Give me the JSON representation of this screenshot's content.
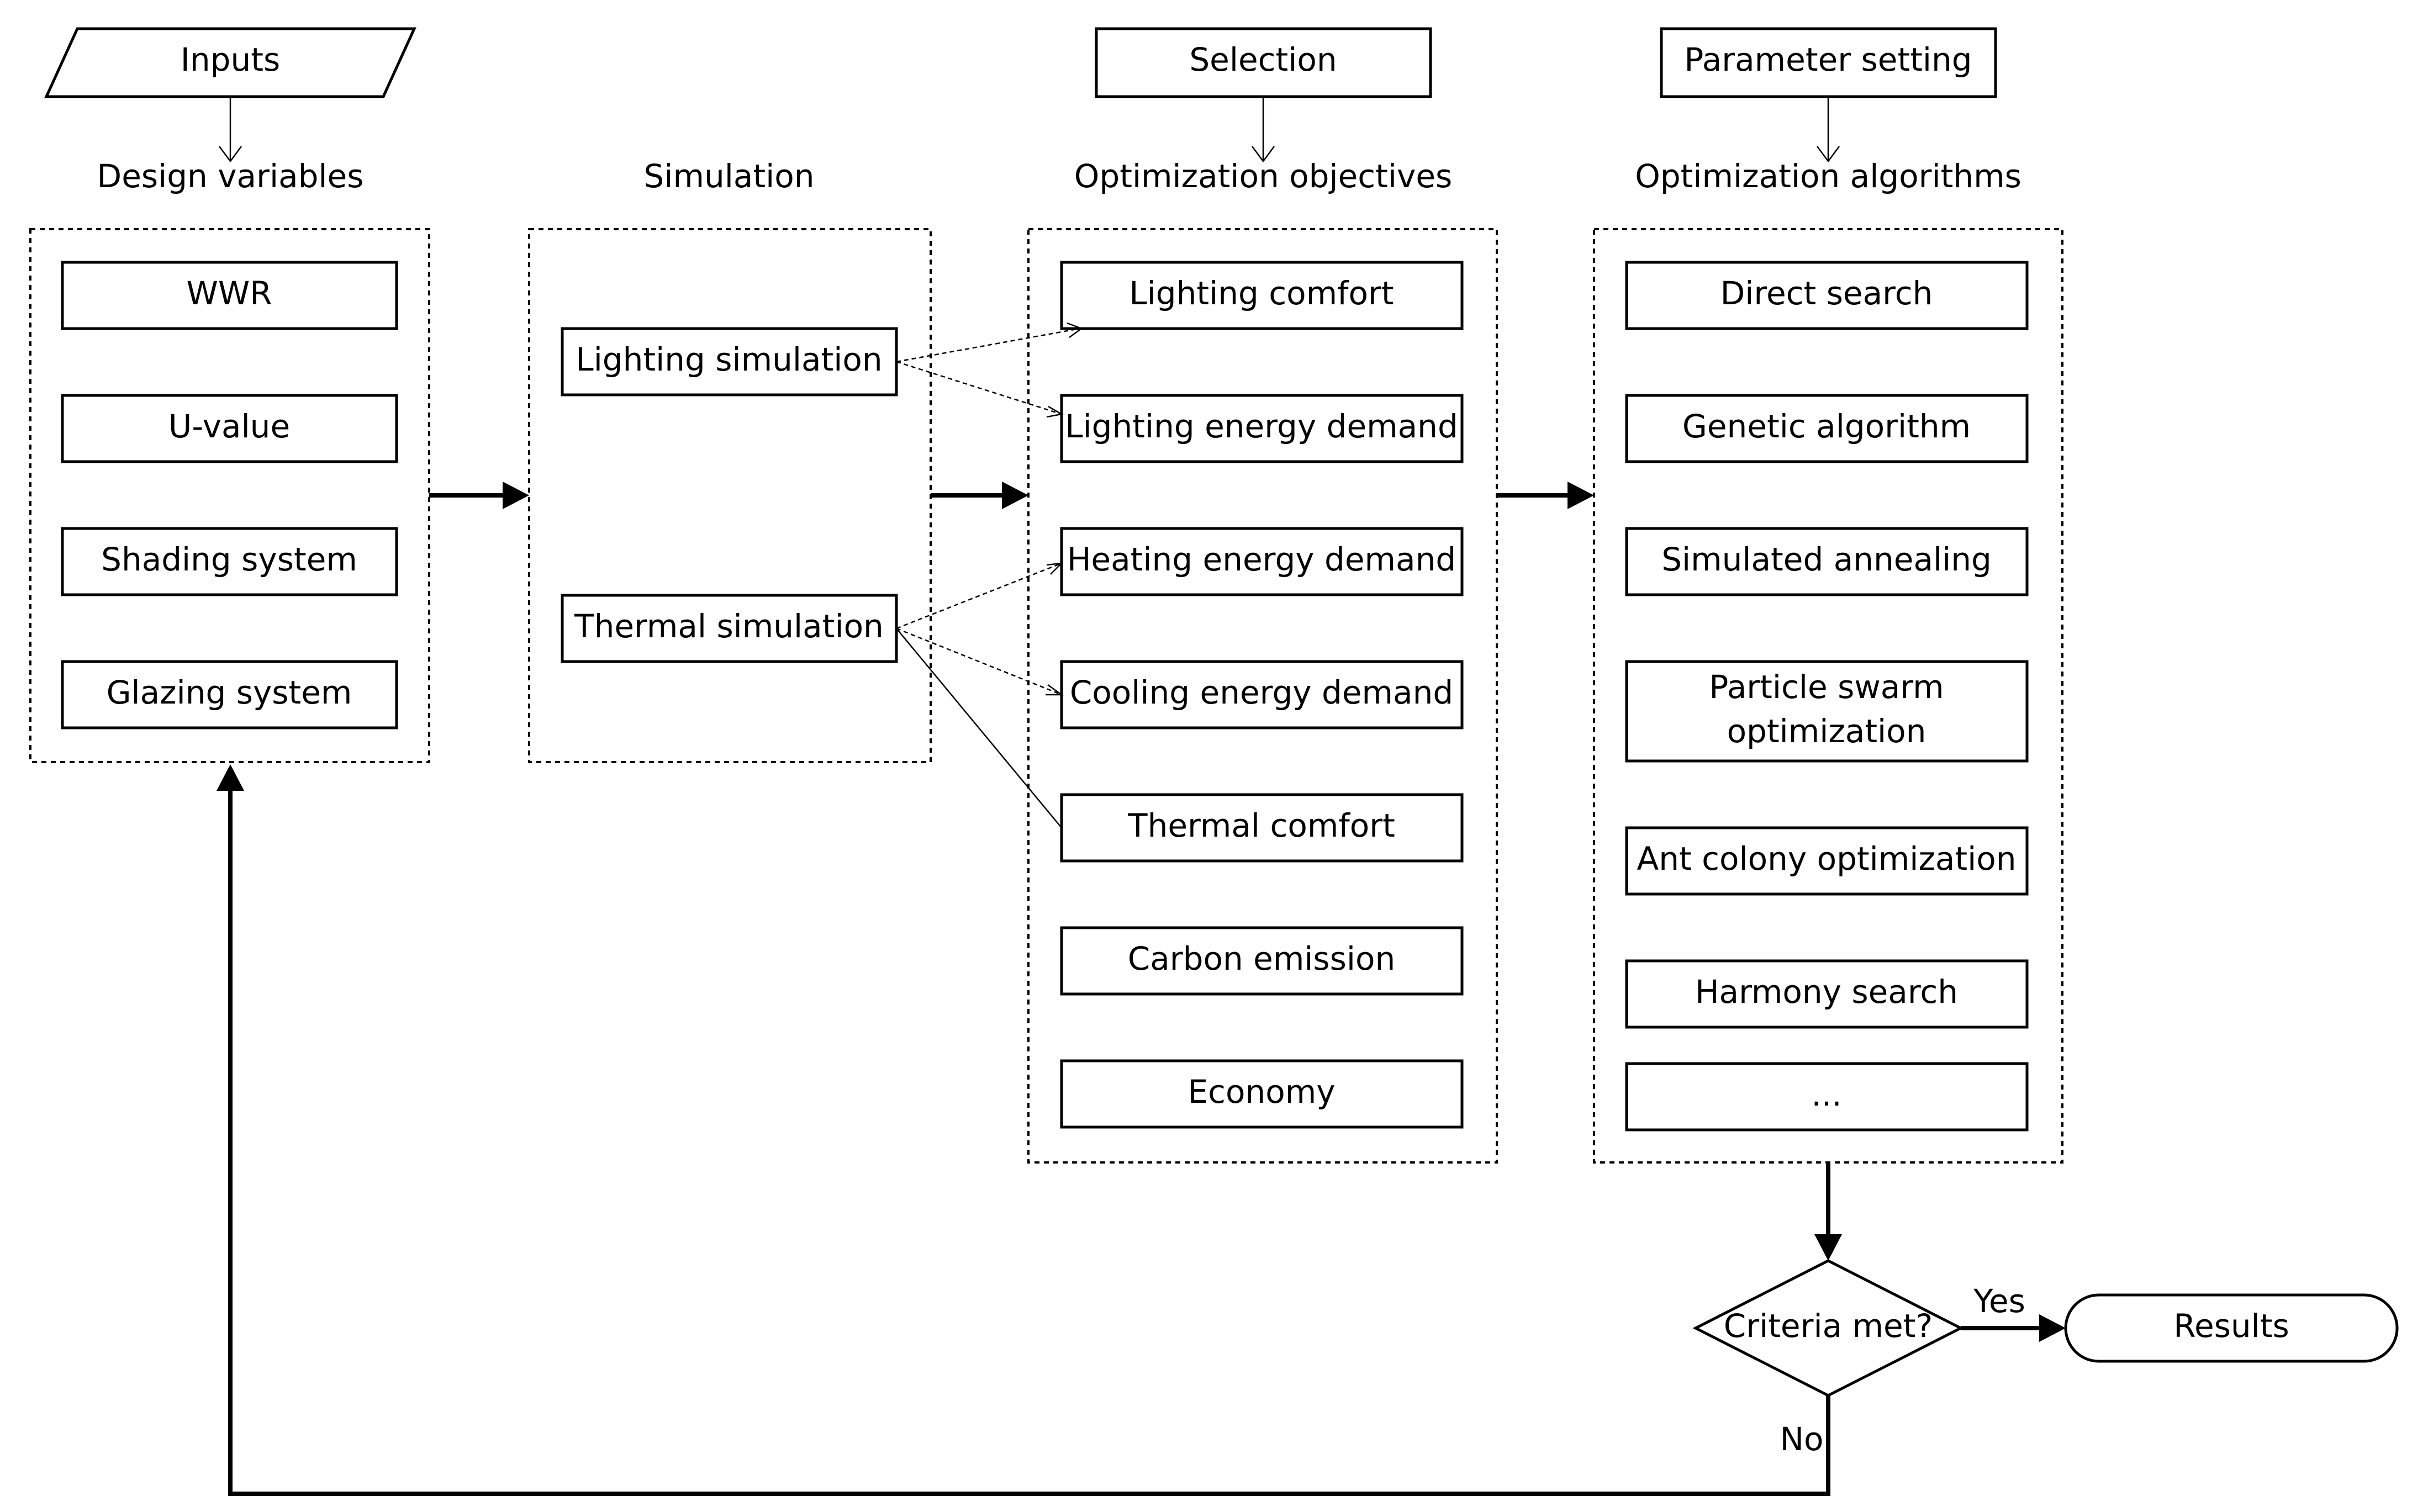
{
  "top": {
    "inputs": "Inputs",
    "selection": "Selection",
    "parameter_setting": "Parameter setting"
  },
  "headers": {
    "design_variables": "Design variables",
    "simulation": "Simulation",
    "optimization_objectives": "Optimization objectives",
    "optimization_algorithms": "Optimization algorithms"
  },
  "design_variables": [
    "WWR",
    "U-value",
    "Shading system",
    "Glazing system"
  ],
  "simulation": {
    "lighting": "Lighting simulation",
    "thermal": "Thermal simulation"
  },
  "objectives": [
    "Lighting comfort",
    "Lighting energy demand",
    "Heating energy demand",
    "Cooling energy demand",
    "Thermal comfort",
    "Carbon emission",
    "Economy"
  ],
  "algorithms": {
    "direct_search": "Direct search",
    "genetic_algorithm": "Genetic algorithm",
    "simulated_annealing": "Simulated annealing",
    "pso_line1": "Particle swarm",
    "pso_line2": "optimization",
    "ant_colony": "Ant colony optimization",
    "harmony_search": "Harmony search",
    "more": "..."
  },
  "decision": {
    "question": "Criteria met?",
    "yes": "Yes",
    "no": "No"
  },
  "results": "Results"
}
